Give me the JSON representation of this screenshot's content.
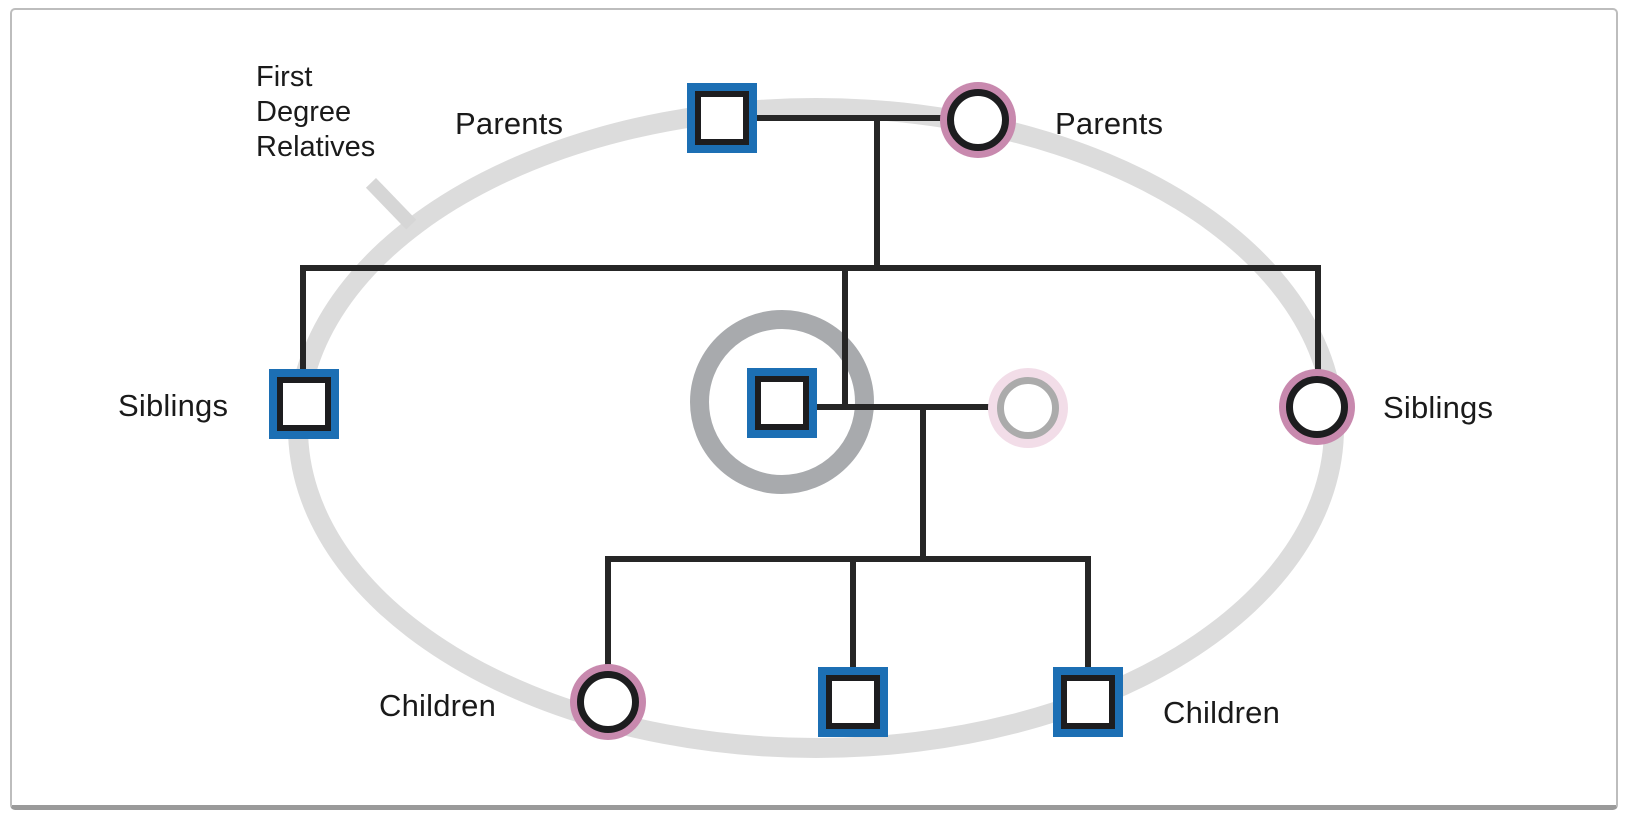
{
  "figure": {
    "annotation": "First\nDegree\nRelatives",
    "labels": {
      "parents_left": "Parents",
      "parents_right": "Parents",
      "siblings_left": "Siblings",
      "siblings_right": "Siblings",
      "children_left": "Children",
      "children_right": "Children"
    },
    "colors": {
      "male_border": "#1c6fb4",
      "female_border": "#c889ae",
      "proband_ring": "#a8aaad",
      "boundary_ellipse": "#dcdcdc",
      "spouse_outer": "#f2dde8",
      "spouse_inner": "#ababab",
      "line": "#262626"
    },
    "nodes": [
      {
        "id": "father",
        "sex": "male",
        "generation": "parents",
        "first_degree": true
      },
      {
        "id": "mother",
        "sex": "female",
        "generation": "parents",
        "first_degree": true
      },
      {
        "id": "brother",
        "sex": "male",
        "generation": "siblings",
        "first_degree": true
      },
      {
        "id": "proband",
        "sex": "male",
        "generation": "siblings",
        "first_degree": true,
        "highlighted": true
      },
      {
        "id": "sister",
        "sex": "female",
        "generation": "siblings",
        "first_degree": true
      },
      {
        "id": "spouse",
        "sex": "female",
        "generation": "siblings",
        "first_degree": false,
        "faded": true
      },
      {
        "id": "daughter",
        "sex": "female",
        "generation": "children",
        "first_degree": true
      },
      {
        "id": "son-1",
        "sex": "male",
        "generation": "children",
        "first_degree": true
      },
      {
        "id": "son-2",
        "sex": "male",
        "generation": "children",
        "first_degree": true
      }
    ]
  }
}
